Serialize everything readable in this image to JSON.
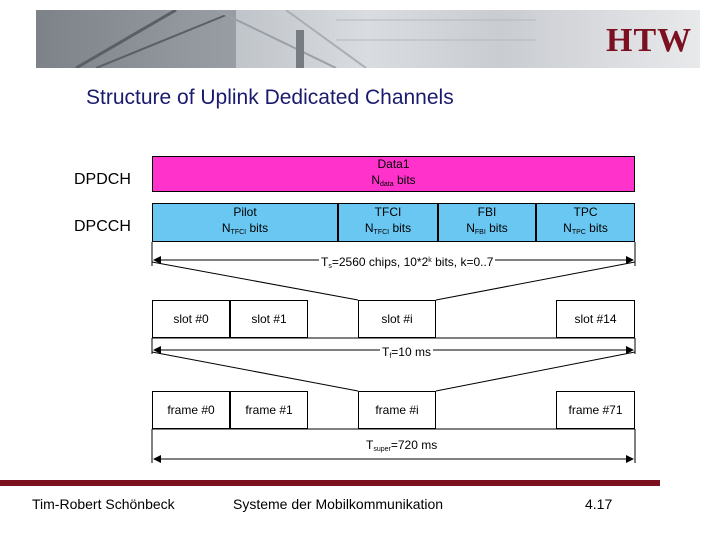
{
  "header": {
    "logo_text": "HTW"
  },
  "title": "Structure of Uplink Dedicated Channels",
  "rows": {
    "dpdch": "DPDCH",
    "dpcch": "DPCCH"
  },
  "dpdch": {
    "line1": "Data1",
    "n_main": "N",
    "n_sub": "data",
    "bits": " bits"
  },
  "dpcch": {
    "pilot": {
      "line1": "Pilot",
      "n_main": "N",
      "n_sub": "TFCI",
      "bits": " bits"
    },
    "tfci": {
      "line1": "TFCI",
      "n_main": "N",
      "n_sub": "TFCI",
      "bits": " bits"
    },
    "fbi": {
      "line1": "FBI",
      "n_main": "N",
      "n_sub": "FBI",
      "bits": " bits"
    },
    "tpc": {
      "line1": "TPC",
      "n_main": "N",
      "n_sub": "TPC",
      "bits": " bits"
    }
  },
  "slot_duration": {
    "t": "T",
    "t_sub": "s",
    "text": "=2560 chips, 10*2",
    "sup": "k",
    "text2": " bits, k=0..7"
  },
  "slots": [
    "slot #0",
    "slot #1",
    "slot #i",
    "slot #14"
  ],
  "frame_duration": {
    "t": "T",
    "t_sub": "f",
    "text": "=10 ms"
  },
  "frames": [
    "frame #0",
    "frame #1",
    "frame #i",
    "frame #71"
  ],
  "super_duration": {
    "t": "T",
    "t_sub": "super",
    "text": "=720 ms"
  },
  "footer": {
    "author": "Tim-Robert Schönbeck",
    "course": "Systeme der Mobilkommunikation",
    "page": "4.17"
  },
  "colors": {
    "dpdch": "#ff33cc",
    "dpcch": "#69c7f2",
    "brand": "#7a1020",
    "title": "#1a1a6e"
  }
}
